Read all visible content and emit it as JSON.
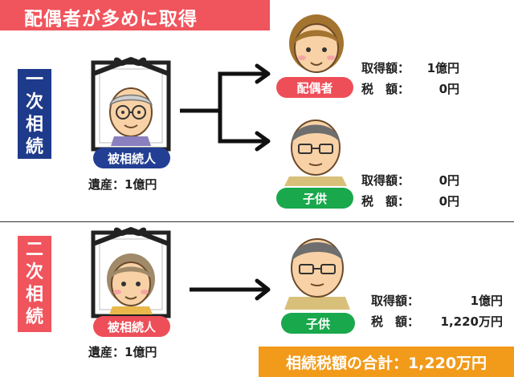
{
  "title": "配偶者が多めに取得",
  "sections": {
    "first": {
      "label_chars": [
        "一",
        "次",
        "相",
        "続"
      ],
      "deceased_badge": "被相続人",
      "estate_text": "遺産：1億円",
      "heirs": [
        {
          "badge": "配偶者",
          "acquired_label": "取得額：",
          "acquired_value": "1億円",
          "tax_label": "税　額：",
          "tax_value": "0円"
        },
        {
          "badge": "子供",
          "acquired_label": "取得額：",
          "acquired_value": "0円",
          "tax_label": "税　額：",
          "tax_value": "0円"
        }
      ]
    },
    "second": {
      "label_chars": [
        "二",
        "次",
        "相",
        "続"
      ],
      "deceased_badge": "被相続人",
      "estate_text": "遺産：1億円",
      "heir": {
        "badge": "子供",
        "acquired_label": "取得額：",
        "acquired_value": "1億円",
        "tax_label": "税　額：",
        "tax_value": "1,220万円"
      }
    }
  },
  "total_text": "相続税額の合計：1,220万円",
  "colors": {
    "title_red": "#f0545c",
    "navy": "#1e3a8a",
    "green": "#1aa84c",
    "orange": "#f29a1a"
  }
}
